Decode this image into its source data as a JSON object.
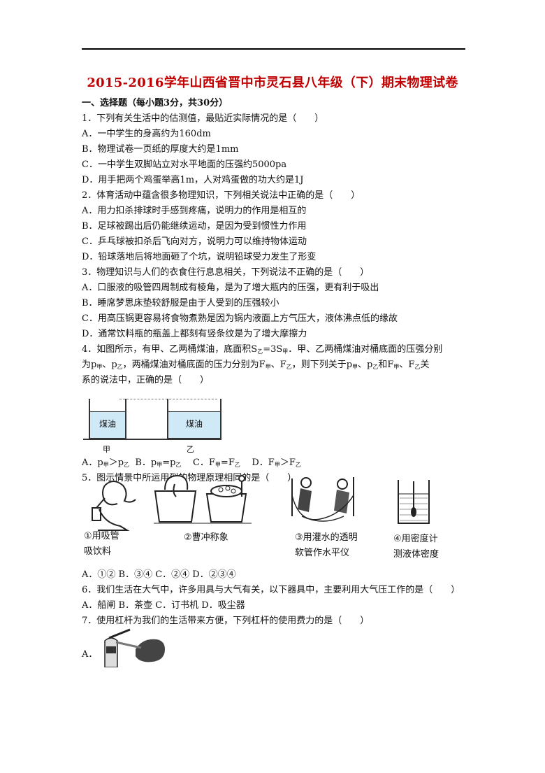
{
  "title": "2015-2016学年山西省晋中市灵石县八年级（下）期末物理试卷",
  "section1": "一、选择题（每小题3分，共30分）",
  "q1": {
    "stem": "1．下列有关生活中的估测值，最贴近实际情况的是（　　）",
    "a": "A．一中学生的身高约为160dm",
    "b": "B．物理试卷一页纸的厚度大约是1mm",
    "c": "C．一中学生双脚站立对水平地面的压强约5000pa",
    "d": "D．用手把两个鸡蛋举高1m，人对鸡蛋做的功大约是1J"
  },
  "q2": {
    "stem": "2．体育活动中蕴含很多物理知识，下列相关说法中正确的是（　　）",
    "a": "A．用力扣杀排球时手感到疼痛，说明力的作用是相互的",
    "b": "B．足球被踢出后仍能继续运动，是因为受到惯性力作用",
    "c": "C．乒乓球被扣杀后飞向对方，说明力可以维持物体运动",
    "d": "D．铅球落地后将地面砸了个坑，说明铅球受力发生了形变"
  },
  "q3": {
    "stem": "3．物理知识与人们的衣食住行息息相关，下列说法不正确的是（　　）",
    "a": "A．口服液的吸管四周制成有棱角，是为了增大瓶内的压强，更有利于吸出",
    "b": "B．睡席梦思床垫较舒服是由于人受到的压强较小",
    "c": "C．用高压锅更容易将食物煮熟是因为锅内液面上方气压大，液体沸点低的缘故",
    "d": "D．通常饮料瓶的瓶盖上都刻有竖条纹是为了增大摩擦力"
  },
  "q4": {
    "l1a": "4．如图所示，有甲、乙两桶煤油，底面积S",
    "l1b": "=3S",
    "l1c": "．甲、乙两桶煤油对桶底面的压强分别",
    "l2a": "为p",
    "l2b": "、p",
    "l2c": "，两桶煤油对桶底面的压力分别为F",
    "l2d": "、F",
    "l2e": "，则下列关于p",
    "l2f": "、p",
    "l2g": "和F",
    "l2h": "、F",
    "l2i": "关",
    "l3": "系的说法中，正确的是（　　）",
    "sub_jia": "甲",
    "sub_yi": "乙",
    "oil": "煤油",
    "label_jia": "甲",
    "label_yi": "乙",
    "optA": "A．p",
    "optA2": "＞p",
    "optB": "B．p",
    "optB2": "=p",
    "optC": "C．F",
    "optC2": "=F",
    "optD": "D．F",
    "optD2": "＞F"
  },
  "q5": {
    "stem": "5．图示情景中所运用到的物理原理相同的是（　　）",
    "cap1a": "①用吸管",
    "cap1b": "吸饮料",
    "cap2": "②曹冲称象",
    "cap3a": "③用灌水的透明",
    "cap3b": "软管作水平仪",
    "cap4a": "④用密度计",
    "cap4b": "测液体密度",
    "options": "A．①②  B．③④  C．②④  D．②③④"
  },
  "q6": {
    "stem": "6．我们生活在大气中，许多用具与大气有关，以下器具中，主要利用大气压工作的是（　　）",
    "options": "A．船闸  B．茶壶  C．订书机    D．吸尘器"
  },
  "q7": {
    "stem": "7．使用杠杆为我们的生活带来方便，下列杠杆的使用费力的是（　　）",
    "optA": "A．"
  }
}
